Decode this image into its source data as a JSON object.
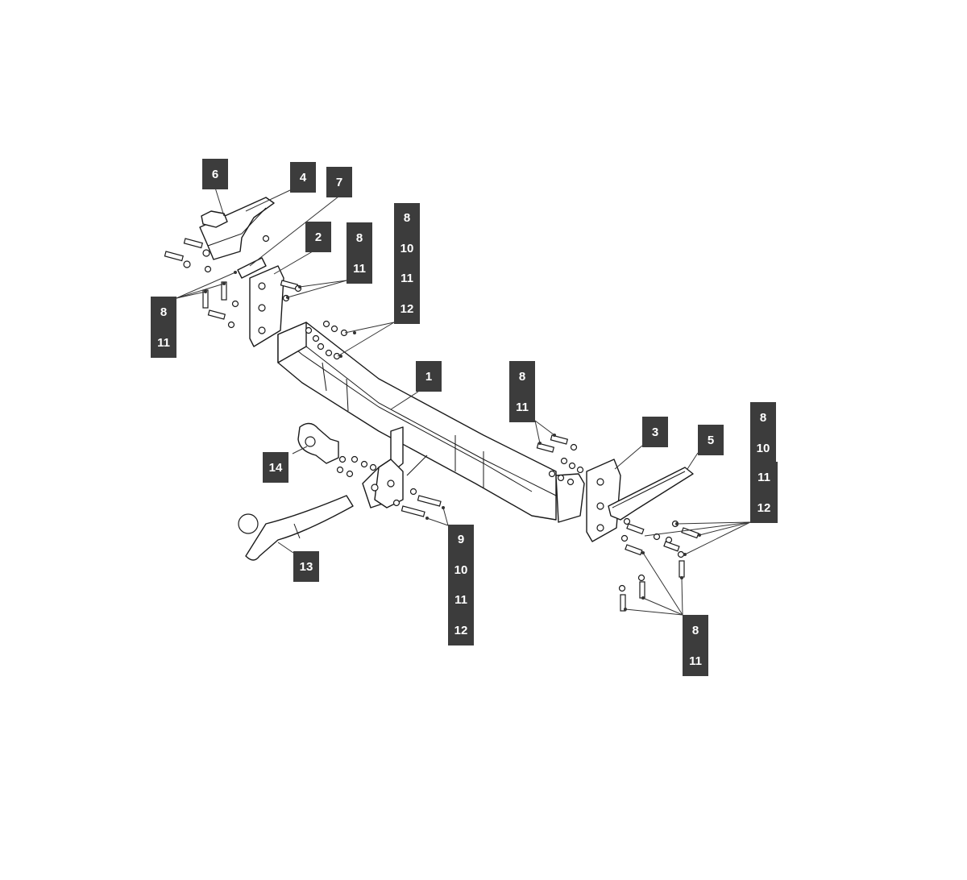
{
  "diagram": {
    "label_color": "#3c3c3c",
    "callouts": [
      {
        "id": "c-6",
        "lines": [
          "6"
        ]
      },
      {
        "id": "c-4",
        "lines": [
          "4"
        ]
      },
      {
        "id": "c-7",
        "lines": [
          "7"
        ]
      },
      {
        "id": "c-2",
        "lines": [
          "2"
        ]
      },
      {
        "id": "c-8-11-top",
        "lines": [
          "8",
          "11"
        ]
      },
      {
        "id": "c-8-10-11-12-top",
        "lines": [
          "8",
          "10",
          "11",
          "12"
        ]
      },
      {
        "id": "c-8-11-left",
        "lines": [
          "8",
          "11"
        ]
      },
      {
        "id": "c-1",
        "lines": [
          "1"
        ]
      },
      {
        "id": "c-8-11-mid",
        "lines": [
          "8",
          "11"
        ]
      },
      {
        "id": "c-3",
        "lines": [
          "3"
        ]
      },
      {
        "id": "c-5",
        "lines": [
          "5"
        ]
      },
      {
        "id": "c-8-10-right-a",
        "lines": [
          "8",
          "10"
        ]
      },
      {
        "id": "c-11-12-right-b",
        "lines": [
          "11",
          "12"
        ]
      },
      {
        "id": "c-14",
        "lines": [
          "14"
        ]
      },
      {
        "id": "c-13",
        "lines": [
          "13"
        ]
      },
      {
        "id": "c-9-10-11-12",
        "lines": [
          "9",
          "10",
          "11",
          "12"
        ]
      },
      {
        "id": "c-8-11-bottom",
        "lines": [
          "8",
          "11"
        ]
      }
    ]
  }
}
